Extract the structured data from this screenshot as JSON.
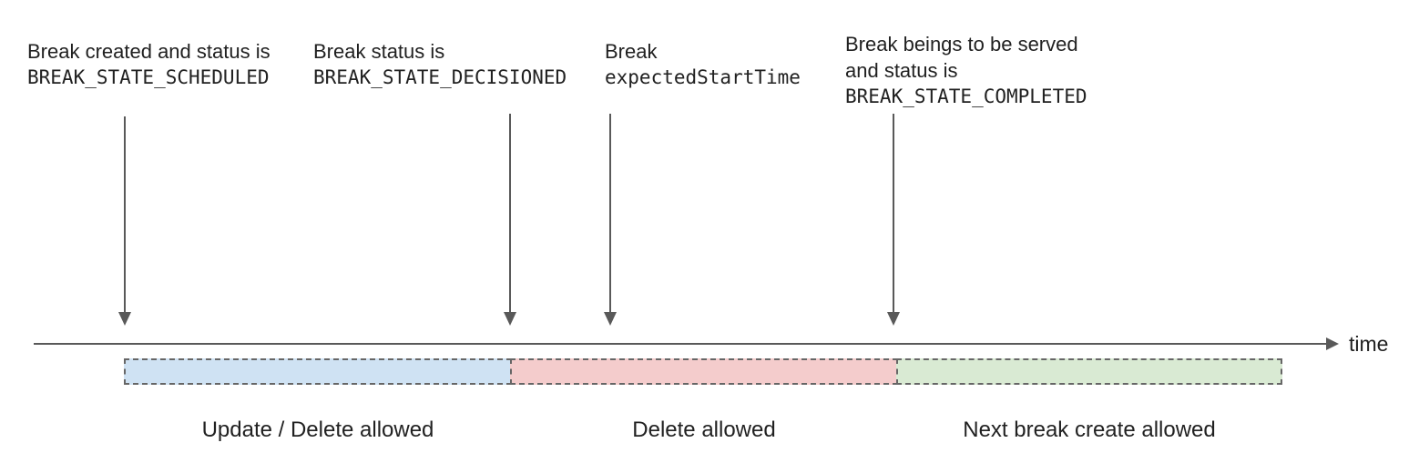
{
  "annotations": [
    {
      "line1": "Break created and status is",
      "line2": "BREAK_STATE_SCHEDULED"
    },
    {
      "line1": "Break status is",
      "line2": "BREAK_STATE_DECISIONED"
    },
    {
      "line1": "Break",
      "line2": "expectedStartTime"
    },
    {
      "line1": "Break beings to be served",
      "line2": "and status is",
      "line3": "BREAK_STATE_COMPLETED"
    }
  ],
  "timeline": {
    "axis_label": "time"
  },
  "segments": [
    {
      "label": "Update / Delete allowed",
      "fill": "#cfe2f3"
    },
    {
      "label": "Delete allowed",
      "fill": "#f4cccc"
    },
    {
      "label": "Next break create allowed",
      "fill": "#d9ead3"
    }
  ],
  "colors": {
    "arrow": "#595959",
    "dashed_border": "#666666",
    "text": "#212121"
  }
}
